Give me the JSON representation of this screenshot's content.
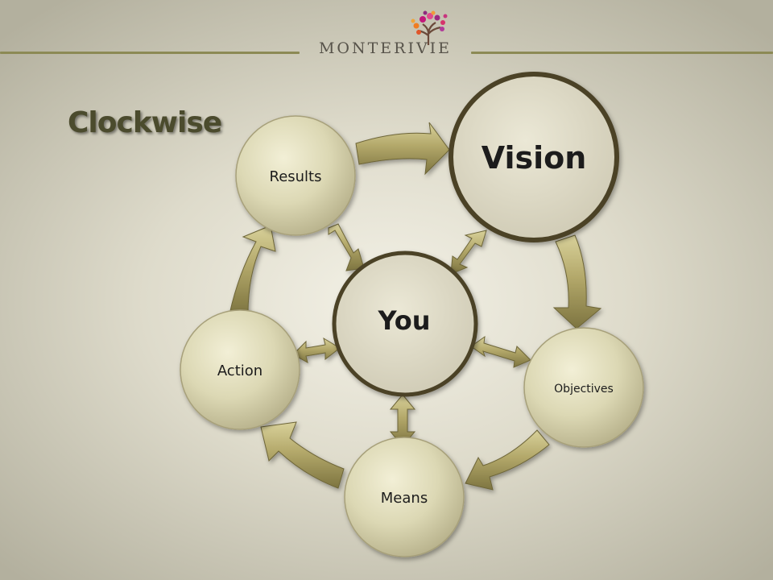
{
  "brand": {
    "name": "MONTERIVIE"
  },
  "slide": {
    "title": "Clockwise"
  },
  "diagram": {
    "center": "You",
    "vision": "Vision",
    "results": "Results",
    "objectives": "Objectives",
    "action": "Action",
    "means": "Means"
  },
  "colors": {
    "node_fill": "#ddd9b8",
    "node_border": "#4b4228",
    "arrow_fill": "#b0a66d",
    "title_color": "#4b4b2d",
    "rule_color": "#8c8a55"
  }
}
